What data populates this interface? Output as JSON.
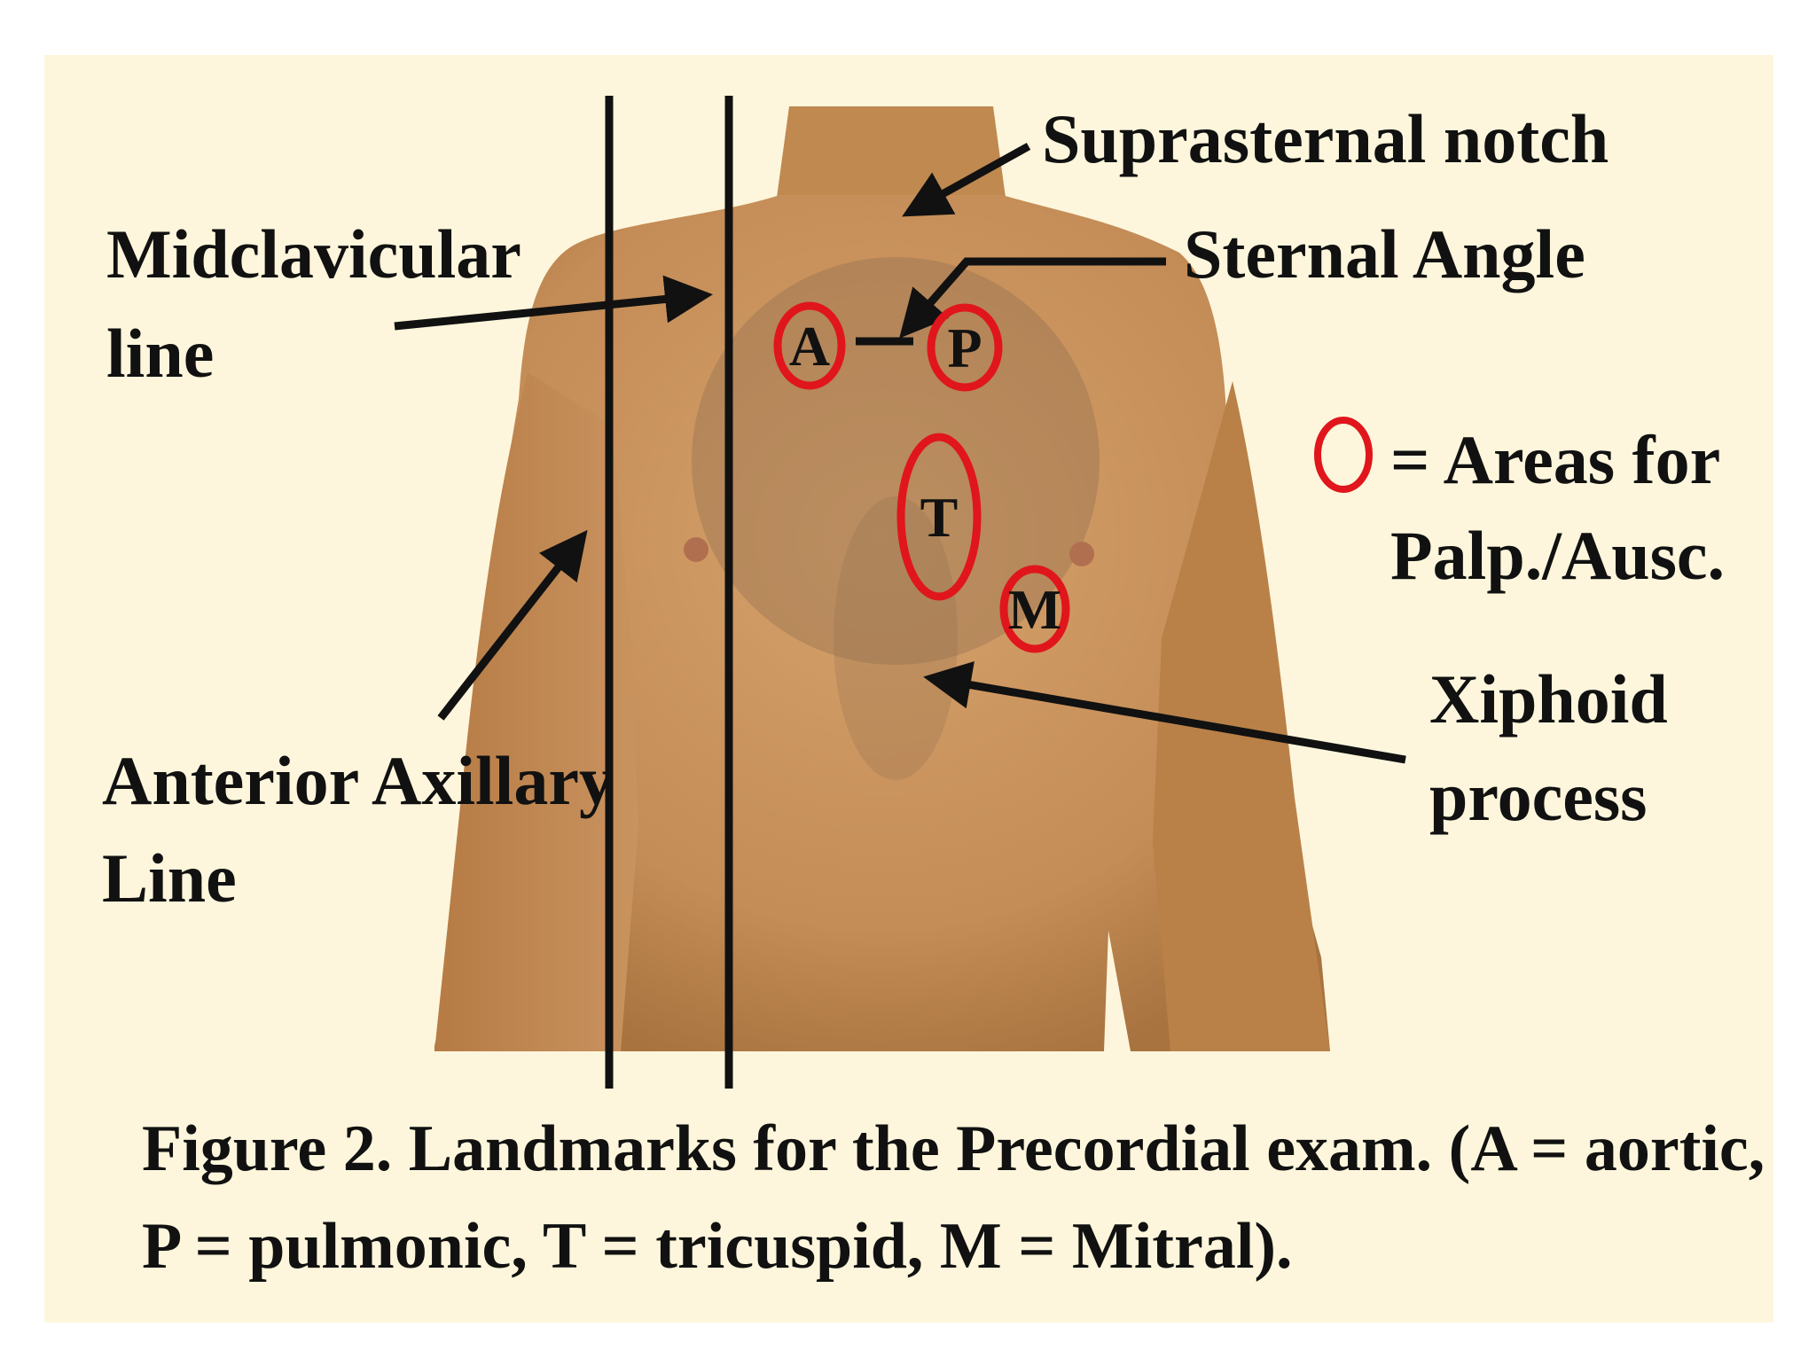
{
  "figure": {
    "background_color": "#fdf6dc",
    "skin_color": "#c9935f",
    "ring_color": "#e0161c",
    "labels": {
      "suprasternal_notch": "Suprasternal notch",
      "sternal_angle": "Sternal Angle",
      "midclavicular_line_1": "Midclavicular",
      "midclavicular_line_2": "line",
      "anterior_axillary_1": "Anterior Axillary",
      "anterior_axillary_2": "Line",
      "xiphoid_1": "Xiphoid",
      "xiphoid_2": "process"
    },
    "zones": {
      "aortic": "A",
      "pulmonic": "P",
      "tricuspid": "T",
      "mitral": "M"
    },
    "legend": {
      "line1": "= Areas for",
      "line2": "Palp./Ausc."
    },
    "caption": {
      "line1": "Figure 2.  Landmarks for the Precordial exam. (A = aortic,",
      "line2": "P = pulmonic, T = tricuspid, M = Mitral)."
    }
  }
}
